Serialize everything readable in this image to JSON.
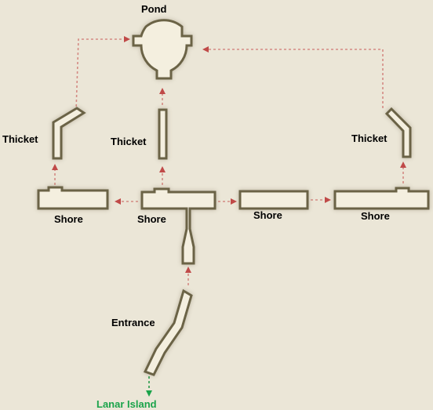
{
  "map": {
    "colors": {
      "background": "#ebe6d7",
      "room_fill": "#f4efdf",
      "room_outline": "#6b6346",
      "path": "#d48a83",
      "arrow": "#c04a48",
      "exit": "#1aa34a"
    },
    "locations": {
      "pond": "Pond",
      "thicket_left": "Thicket",
      "thicket_center": "Thicket",
      "thicket_right": "Thicket",
      "shore_left": "Shore",
      "shore_center": "Shore",
      "shore_mid_right": "Shore",
      "shore_far_right": "Shore",
      "entrance": "Entrance",
      "exit": "Lanar Island"
    }
  }
}
